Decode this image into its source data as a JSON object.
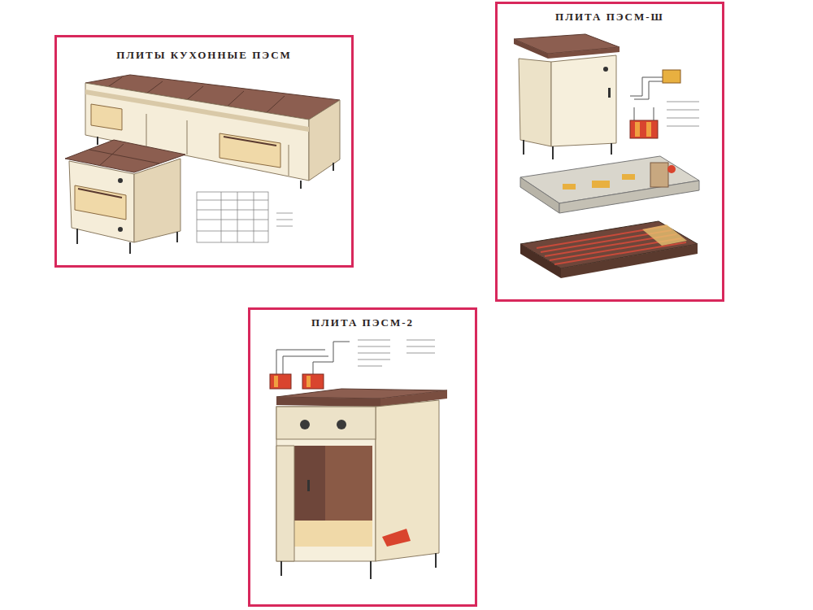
{
  "diagram": {
    "nodes": [
      {
        "text": [
          "ПЛИТЫ КУХОННЫЕ ПЭСМ"
        ]
      },
      {
        "text": [
          "ПЛИТА ПЭСМ-Ш"
        ]
      },
      {
        "text": [
          "ПЛИТА ПЭСМ-2"
        ]
      }
    ]
  }
}
